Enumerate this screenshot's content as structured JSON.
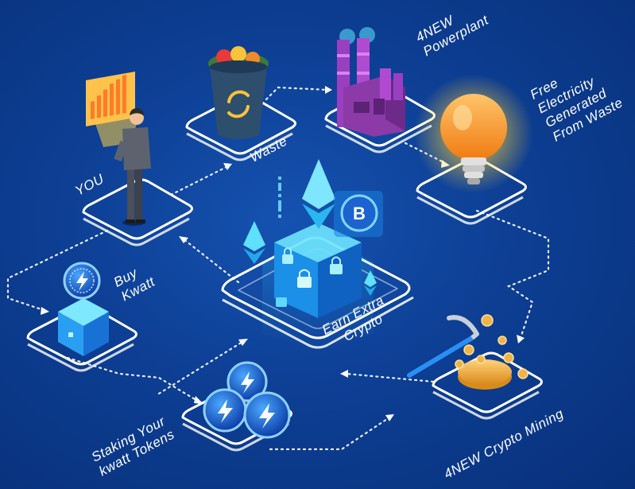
{
  "labels": {
    "you": "YOU",
    "waste": "Waste",
    "powerplant_line1": "4NEW",
    "powerplant_line2": "Powerplant",
    "electricity_line1": "Free",
    "electricity_line2": "Electricity",
    "electricity_line3": "Generated",
    "electricity_line4": "From Waste",
    "buy_line1": "Buy",
    "buy_line2": "Kwatt",
    "earn_line1": "Earn Extra",
    "earn_line2": "Crypto",
    "staking_line1": "Staking Your",
    "staking_line2": "kwatt Tokens",
    "mining": "4NEW Crypto Mining"
  },
  "icons": {
    "bitcoin_symbol": "B"
  },
  "colors": {
    "background": "#0d3f94",
    "platform": "#ffffff",
    "accent_cyan": "#39d0ff",
    "factory": "#b04bd1",
    "bulb": "#ffa41c",
    "gold": "#f0b347"
  }
}
